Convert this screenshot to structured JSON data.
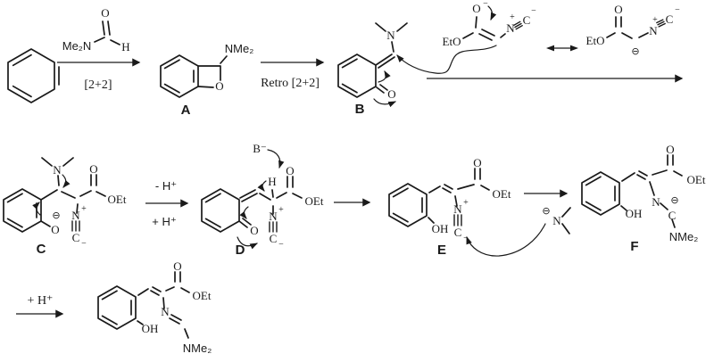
{
  "colors": {
    "ink": "#1a1a1a",
    "background": "#ffffff"
  },
  "row1": {
    "dmf": {
      "n": "Me₂N",
      "o": "O",
      "h": "H"
    },
    "arrow1_label": "[2+2]",
    "compound_a": {
      "nme2": "NMe₂",
      "o": "O",
      "tag": "A"
    },
    "arrow2_label": "Retro [2+2]",
    "compound_b": {
      "n": "N",
      "o": "O",
      "tag": "B"
    },
    "ylide_enol": {
      "eto": "EtO",
      "o": "O",
      "o_charge": "−",
      "n": "N",
      "n_charge": "+",
      "c": "C",
      "c_charge": "−"
    },
    "ylide_keto": {
      "eto": "EtO",
      "o": "O",
      "ch_charge": "⊖",
      "n": "N",
      "n_charge": "+",
      "c": "C",
      "c_charge": "−"
    }
  },
  "row2": {
    "compound_c": {
      "n": "N",
      "phenolate_charge": "⊖",
      "o_phenolate": "O",
      "o_ester": "O",
      "oet": "OEt",
      "n_iso": "N",
      "n_charge": "+",
      "c_iso": "C",
      "c_charge": "−",
      "tag": "C"
    },
    "arrow_cd": {
      "top": "- H⁺",
      "bottom": "+ H⁺"
    },
    "compound_d": {
      "base": "B⁻",
      "h": "H",
      "o_ester": "O",
      "oet": "OEt",
      "o_ring": "O",
      "n_iso": "N",
      "n_charge": "+",
      "c_iso": "C",
      "c_charge": "−",
      "tag": "D"
    },
    "compound_e": {
      "o_ester": "O",
      "oet": "OEt",
      "oh": "OH",
      "n_iso": "N",
      "n_charge": "+",
      "c_iso": "C",
      "c_charge": "−",
      "tag": "E"
    },
    "amide_anion": {
      "charge": "⊖",
      "n": "N"
    },
    "compound_f": {
      "o_ester": "O",
      "oet": "OEt",
      "oh": "OH",
      "n": "N",
      "c": "C",
      "c_charge": "⊖",
      "nme2": "NMe₂",
      "tag": "F"
    }
  },
  "row3": {
    "arrow_label": "+ H⁺",
    "product": {
      "o_ester": "O",
      "oet": "OEt",
      "oh": "OH",
      "n": "N",
      "nme2": "NMe₂"
    }
  }
}
